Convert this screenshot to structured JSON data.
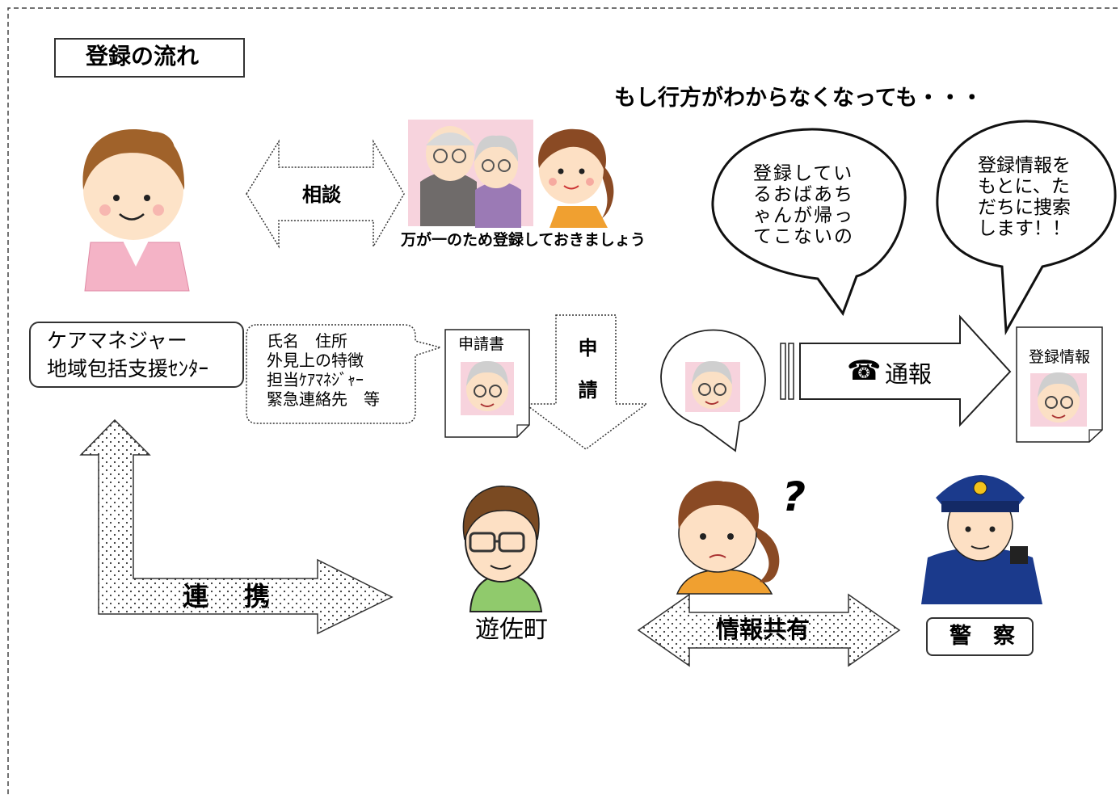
{
  "title": "登録の流れ",
  "headline": "もし行方がわからなくなっても・・・",
  "consult_label": "相談",
  "caption_register": "万が一のため登録しておきましょう",
  "care_box": {
    "line1": "ケアマネジャー",
    "line2": "地域包括支援ｾﾝﾀｰ"
  },
  "info_bubble": {
    "line1": "氏名　住所",
    "line2": "外見上の特徴",
    "line3": "担当ｹｱﾏﾈｼﾞｬｰ",
    "line4": "緊急連絡先　等"
  },
  "form_label": "申請書",
  "apply_label": "申請",
  "report_icon": "☎",
  "report_label": "通報",
  "reg_info_label": "登録情報",
  "speech_family": "登録しているおばあちゃんが帰ってこないの",
  "speech_police": "登録情報をもとに、ただちに捜索します！！",
  "renkei_label": "連　携",
  "town_label": "遊佐町",
  "share_label": "情報共有",
  "police_label": "警　察",
  "question_mark": "?",
  "colors": {
    "pink": "#f2b6c6",
    "navy": "#1b3a8c",
    "green": "#8fc96a",
    "orange": "#f0a030",
    "skin": "#fde0c4",
    "hair": "#8a5a2b"
  }
}
